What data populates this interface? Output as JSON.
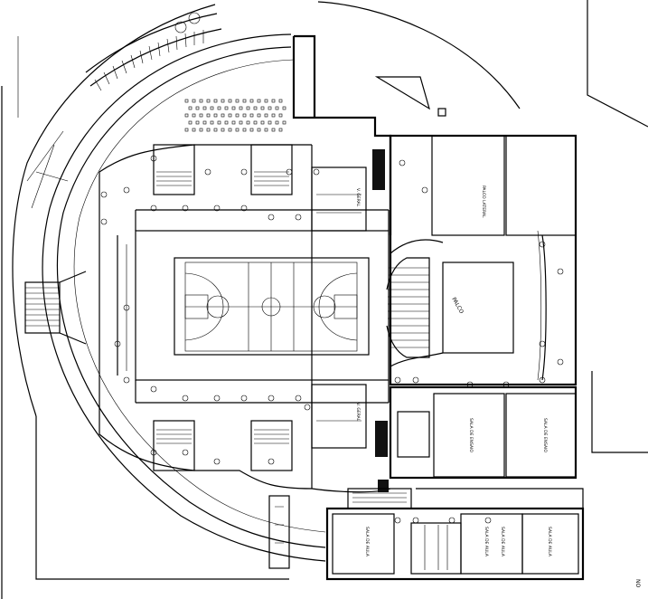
{
  "labels": {
    "palco_main": "PALCO",
    "palco_upper": "PALCO LATERAL",
    "sala_r1": "SALA DE ENSAIO",
    "sala_r2": "SALA DE ENSAIO",
    "sala_b1": "SALA DE AULA",
    "sala_b2": "SALA DE AULA",
    "sala_b3": "SALA DE AULA",
    "sala_b4": "SALA DE AULA",
    "vest_top": "V. GERAL",
    "vest_bot": "V. GERAL",
    "north": "NO"
  }
}
